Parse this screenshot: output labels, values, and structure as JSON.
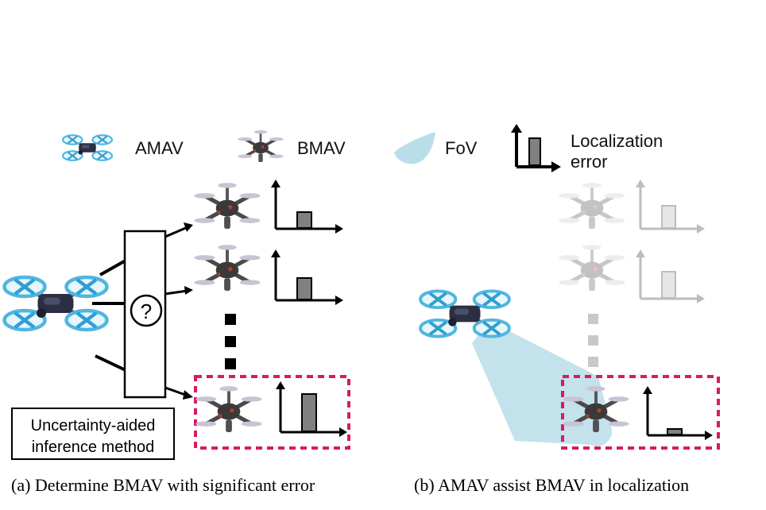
{
  "legend": {
    "amav": "AMAV",
    "bmav": "BMAV",
    "fov": "FoV",
    "error_line1": "Localization",
    "error_line2": "error"
  },
  "panel_a": {
    "question_mark": "?",
    "method_line1": "Uncertainty-aided",
    "method_line2": "inference method",
    "caption": "(a) Determine BMAV with significant error"
  },
  "panel_b": {
    "caption": "(b) AMAV assist BMAV in localization"
  },
  "colors": {
    "highlight_box": "#d81b60",
    "fov": "#b9dde9",
    "bar": "#808080",
    "faded": "#c8c8c8",
    "amav_blue": "#5bc0eb"
  },
  "icons": [
    "amav-drone-icon",
    "bmav-drone-icon",
    "fov-cone-icon",
    "error-chart-icon"
  ]
}
